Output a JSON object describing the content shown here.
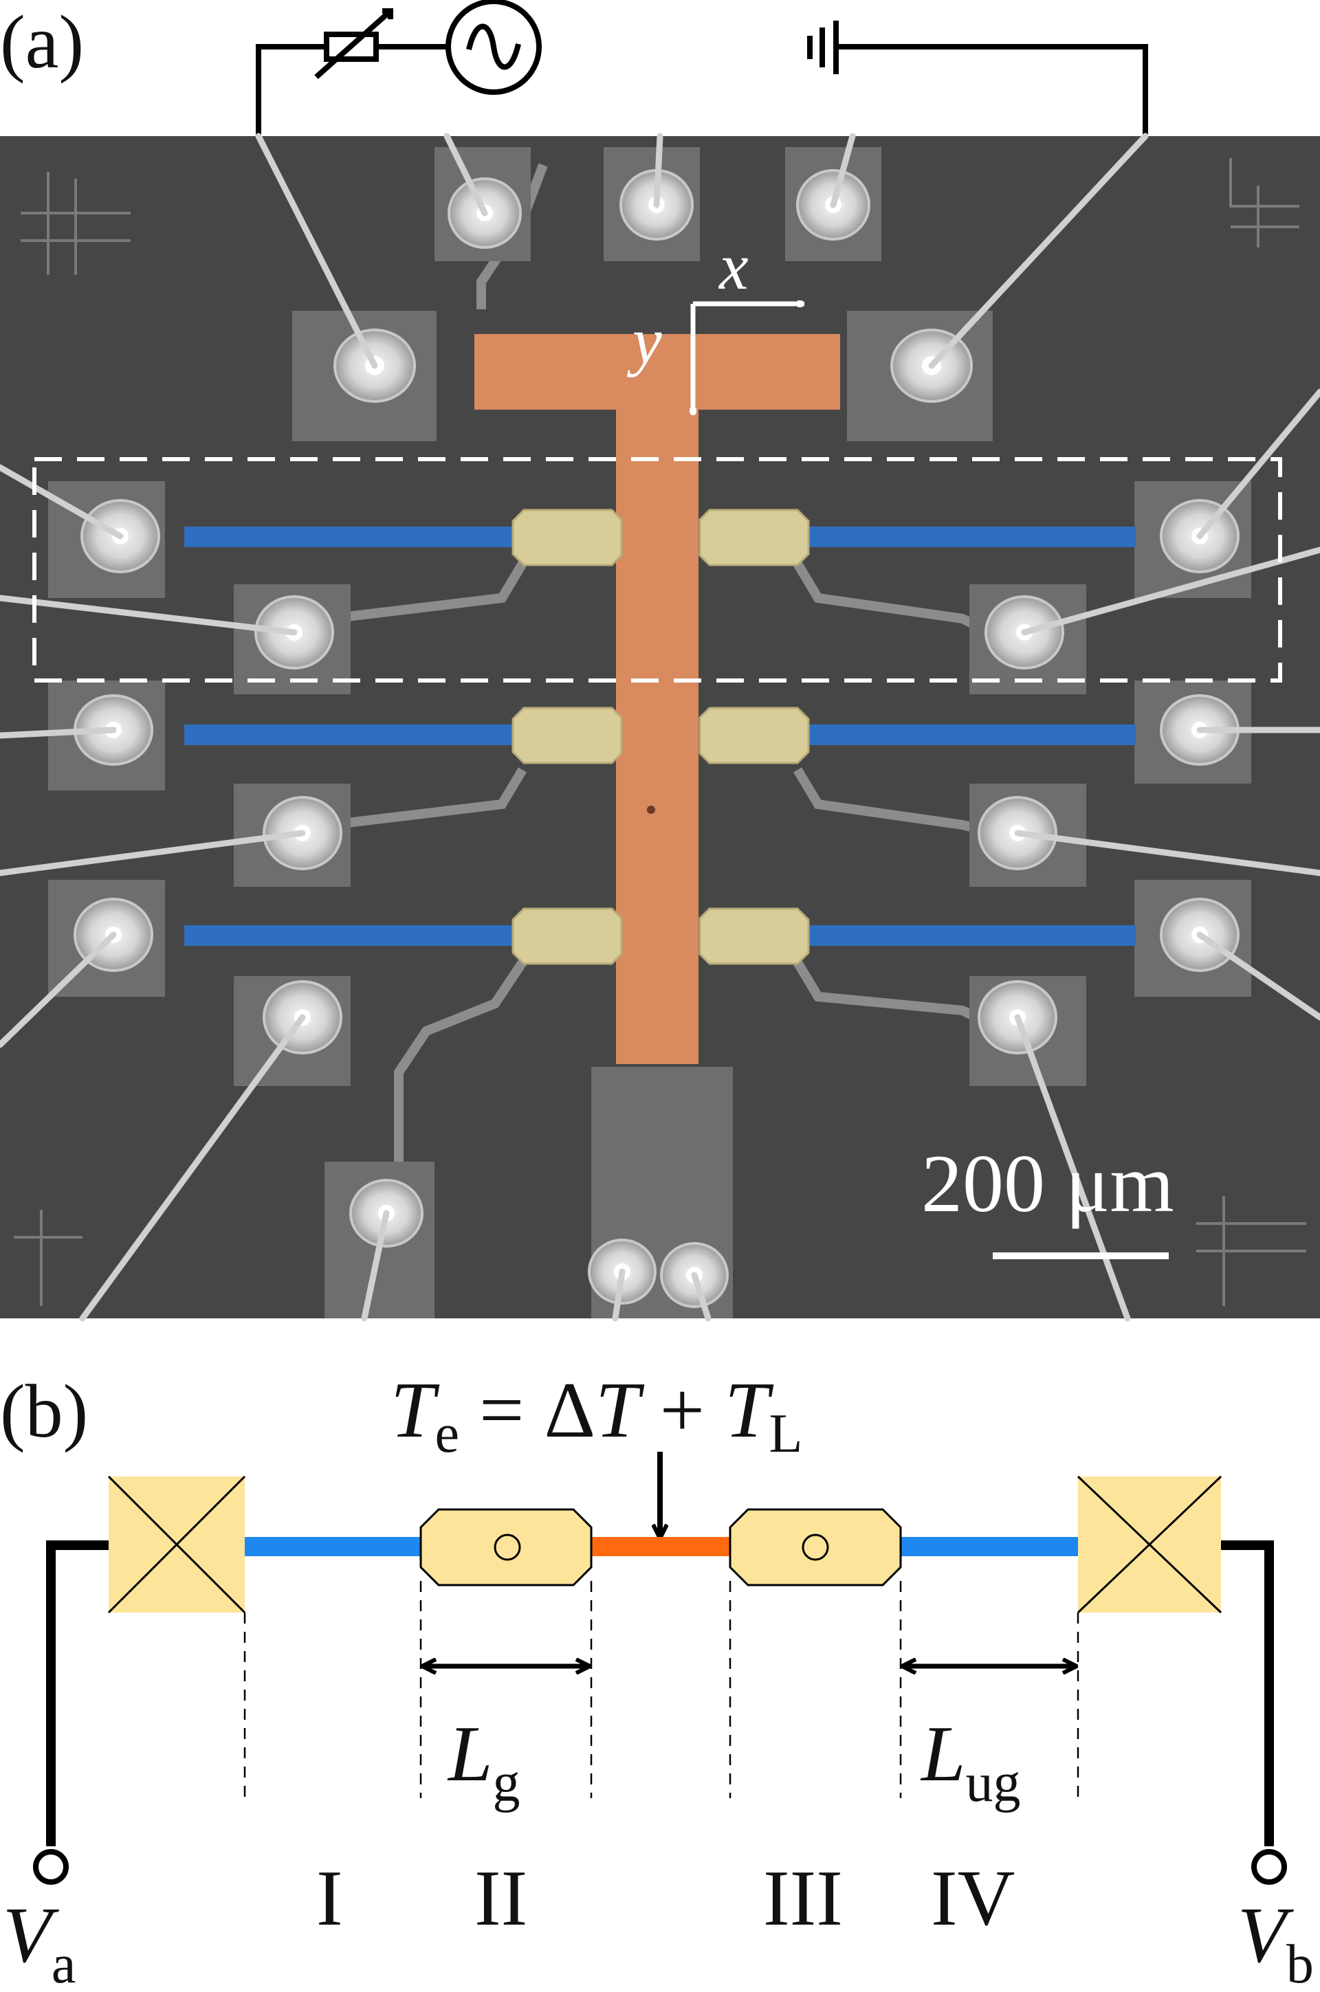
{
  "panel_a": {
    "label": "(a)",
    "axis_x": "x",
    "axis_y": "y",
    "scale_bar": "200 μm"
  },
  "panel_b": {
    "label": "(b)",
    "equation": {
      "Te_T": "T",
      "Te_sub": "e",
      "eq": " = Δ",
      "dT_T": "T",
      "plus": " + ",
      "TL_T": "T",
      "TL_sub": "L"
    },
    "lengths": {
      "Lg_L": "L",
      "Lg_sub": "g",
      "Lug_L": "L",
      "Lug_sub": "ug"
    },
    "regions": [
      "I",
      "II",
      "III",
      "IV"
    ],
    "terminals": {
      "Va_V": "V",
      "Va_sub": "a",
      "Vb_V": "V",
      "Vb_sub": "b"
    }
  },
  "colors": {
    "sem_background": "#4a4a4a",
    "heater_orange": "#d98a5f",
    "contact_yellow": "#d8cc98",
    "nanowire_blue": "#2f6fbf",
    "schematic_yellow": "#fce49b",
    "schematic_blue": "#1e88f0",
    "schematic_orange": "#ff6a10"
  }
}
